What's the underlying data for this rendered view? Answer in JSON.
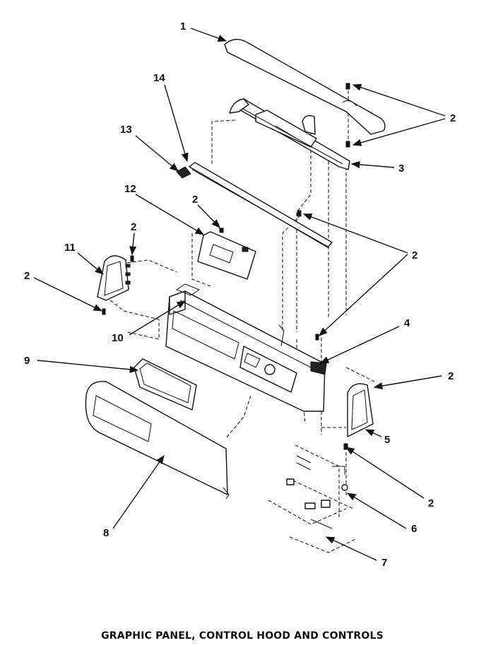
{
  "caption": "GRAPHIC PANEL, CONTROL HOOD AND CONTROLS",
  "callouts": {
    "c1": "1",
    "c2a": "2",
    "c3": "3",
    "c14": "14",
    "c13": "13",
    "c12": "12",
    "c2b": "2",
    "c2c": "2",
    "c11": "11",
    "c2d": "2",
    "c2e": "2",
    "c10": "10",
    "c4": "4",
    "c9": "9",
    "c2f": "2",
    "c5": "5",
    "c2g": "2",
    "c6": "6",
    "c8": "8",
    "c7": "7"
  }
}
